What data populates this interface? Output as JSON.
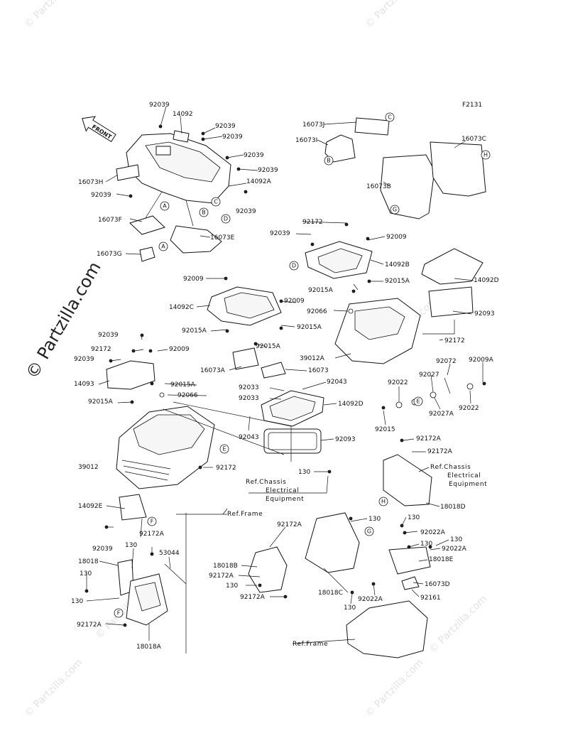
{
  "figure_code": "F2131",
  "watermark_main": "© Partzilla.com",
  "watermark_small": "© Partzilla.com",
  "front_label": "FRONT",
  "letters": [
    "A",
    "B",
    "C",
    "D",
    "E",
    "F",
    "G",
    "H"
  ],
  "references": {
    "chassis_line1": "Ref.Chassis",
    "chassis_line2": "Electrical",
    "chassis_line3": "Equipment",
    "frame": "Ref.Frame"
  },
  "labels": [
    "92039",
    "14092",
    "92039",
    "92039",
    "92039",
    "92039",
    "14092A",
    "16073H",
    "92039",
    "92039",
    "16073F",
    "16073E",
    "16073G",
    "16073J",
    "16073I",
    "16073C",
    "16073B",
    "92172",
    "92039",
    "92009",
    "14092B",
    "92015A",
    "92015A",
    "92066",
    "14092D",
    "92093",
    "92172",
    "39012A",
    "92009",
    "14092C",
    "92009",
    "92015A",
    "92015A",
    "92015A",
    "16073A",
    "16073",
    "92039",
    "92172",
    "92009",
    "92039",
    "14093",
    "92015A",
    "92066",
    "92015A",
    "92033",
    "92033",
    "92043",
    "14092D",
    "92043",
    "92093",
    "92022",
    "92027",
    "92072",
    "92009A",
    "92027A",
    "92022",
    "92015",
    "39012",
    "92172",
    "130",
    "92172A",
    "92172A",
    "18018D",
    "130",
    "130",
    "130",
    "92022A",
    "130",
    "92022A",
    "18018E",
    "16073D",
    "92022A",
    "92161",
    "130",
    "18018C",
    "14092E",
    "92039",
    "92172A",
    "130",
    "53044",
    "18018",
    "130",
    "130",
    "92172A",
    "18018A",
    "92172A",
    "18018B",
    "92172A",
    "130",
    "92172A"
  ]
}
